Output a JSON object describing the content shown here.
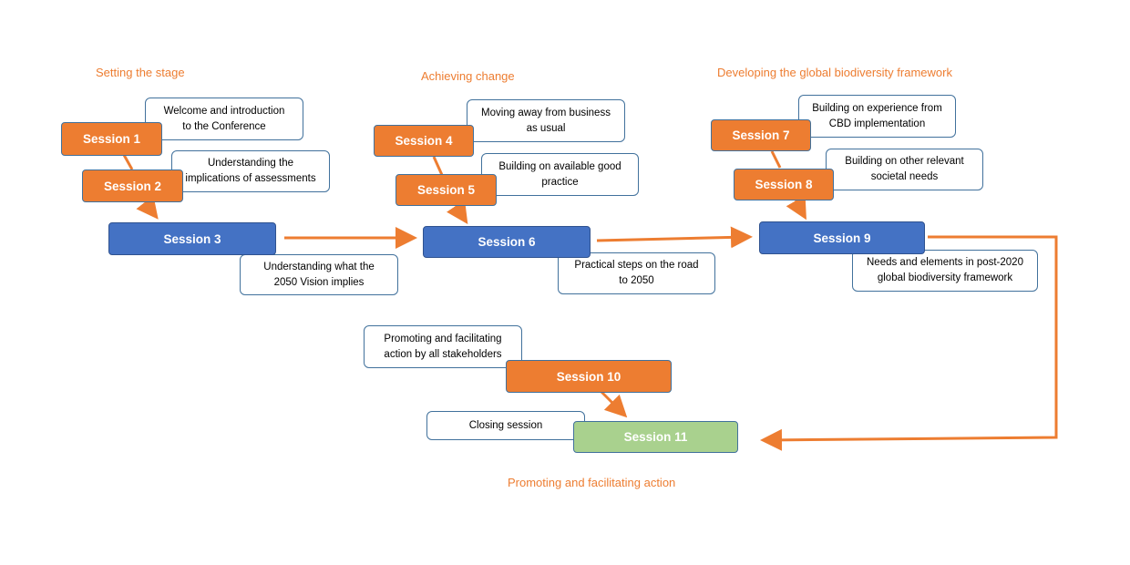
{
  "diagram": {
    "headings": {
      "stage": "Setting the stage",
      "change": "Achieving change",
      "framework": "Developing the global biodiversity framework",
      "action": "Promoting and facilitating action"
    },
    "sessions": {
      "s1": "Session 1",
      "s2": "Session 2",
      "s3": "Session 3",
      "s4": "Session 4",
      "s5": "Session 5",
      "s6": "Session 6",
      "s7": "Session 7",
      "s8": "Session 8",
      "s9": "Session 9",
      "s10": "Session 10",
      "s11": "Session 11"
    },
    "notes": {
      "s1": [
        "Welcome and introduction",
        "to the Conference"
      ],
      "s2": [
        "Understanding the",
        "implications of assessments"
      ],
      "s3": [
        "Understanding what the",
        "2050 Vision implies"
      ],
      "s4": [
        "Moving away from business",
        "as usual"
      ],
      "s5": [
        "Building on available good",
        "practice"
      ],
      "s6": [
        "Practical steps on the road",
        "to 2050"
      ],
      "s7": [
        "Building on experience from",
        "CBD implementation"
      ],
      "s8": [
        "Building on other relevant",
        "societal needs"
      ],
      "s9": [
        "Needs and elements in post-2020",
        "global biodiversity framework"
      ],
      "s10": [
        "Promoting and facilitating",
        "action by all stakeholders"
      ],
      "s11": [
        "Closing session"
      ]
    },
    "colors": {
      "orange": "#ED7D31",
      "blue": "#4472C4",
      "green": "#A9D18E",
      "border": "#41719C"
    }
  }
}
